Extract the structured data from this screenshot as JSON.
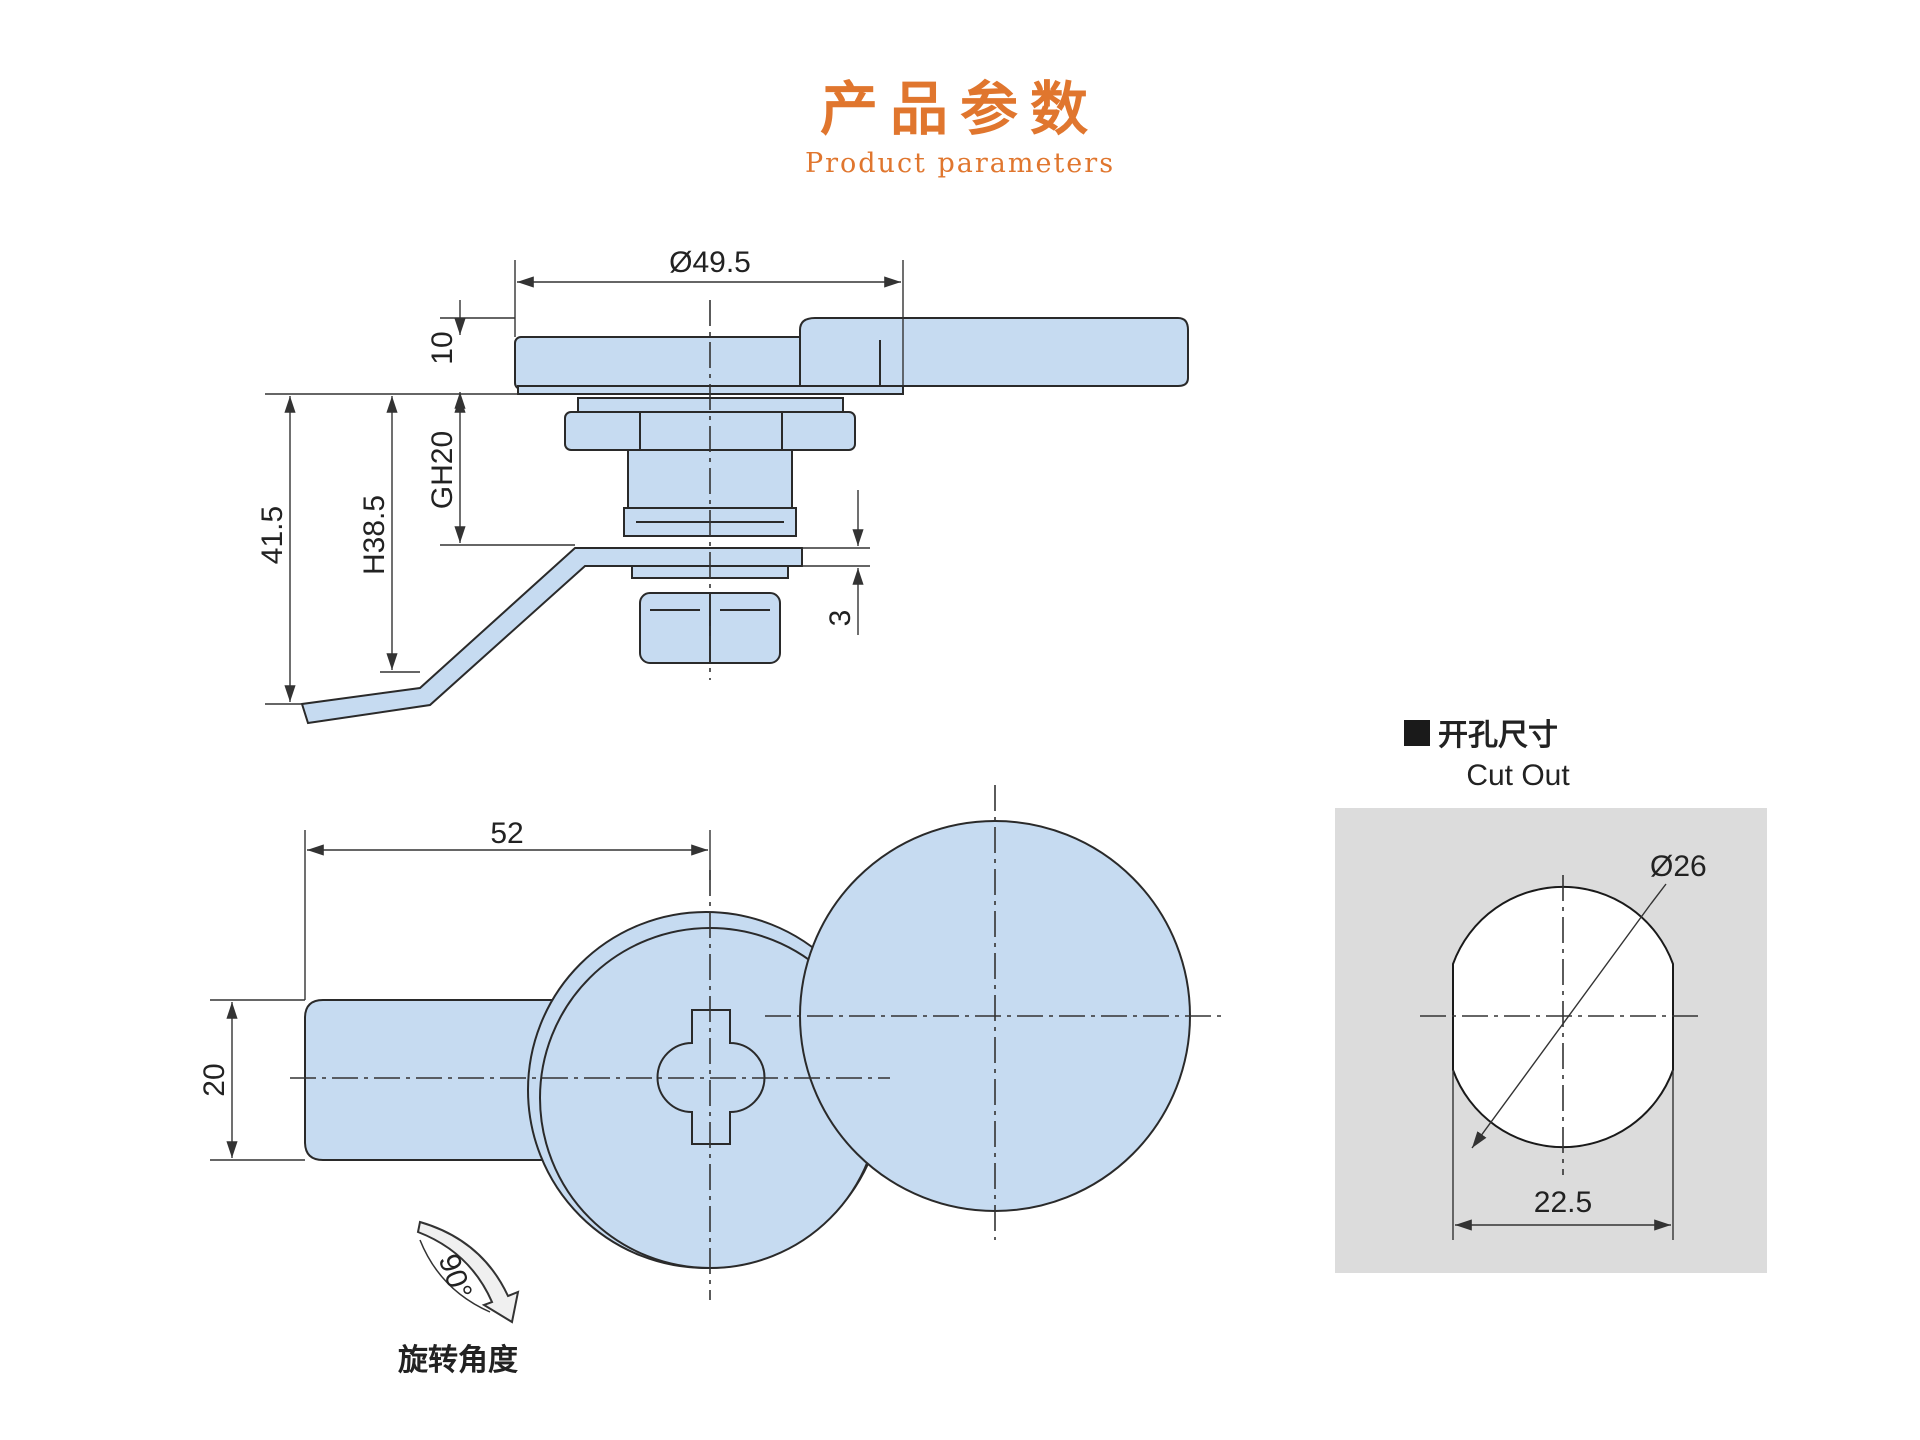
{
  "header": {
    "title_cn": "产品参数",
    "title_en": "Product parameters"
  },
  "side_view": {
    "dim_diameter": "Ø49.5",
    "dim_10": "10",
    "dim_gh": "GH20",
    "dim_total": "41.5",
    "dim_h": "H38.5",
    "dim_3": "3"
  },
  "front_view": {
    "dim_52": "52",
    "dim_20": "20",
    "rotation_angle": "90°",
    "rotation_label": "旋转角度"
  },
  "cutout": {
    "title_cn": "开孔尺寸",
    "title_en": "Cut Out",
    "dim_diameter": "Ø26",
    "dim_width": "22.5"
  },
  "colors": {
    "part_fill": "#c6dbf1",
    "title_orange": "#e0762e",
    "cutout_bg": "#dcdcdc"
  }
}
